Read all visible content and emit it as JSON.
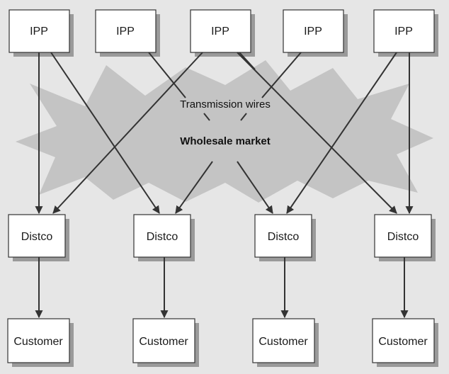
{
  "diagram": {
    "ipps": [
      "IPP",
      "IPP",
      "IPP",
      "IPP",
      "IPP"
    ],
    "distcos": [
      "Distco",
      "Distco",
      "Distco",
      "Distco"
    ],
    "customers": [
      "Customer",
      "Customer",
      "Customer",
      "Customer"
    ],
    "transmission_label": "Transmission wires",
    "market_label": "Wholesale market",
    "colors": {
      "background": "#e6e6e6",
      "cloud": "#c4c4c4",
      "box_fill": "#ffffff",
      "stroke": "#333333",
      "shadow": "#9a9a9a"
    }
  }
}
